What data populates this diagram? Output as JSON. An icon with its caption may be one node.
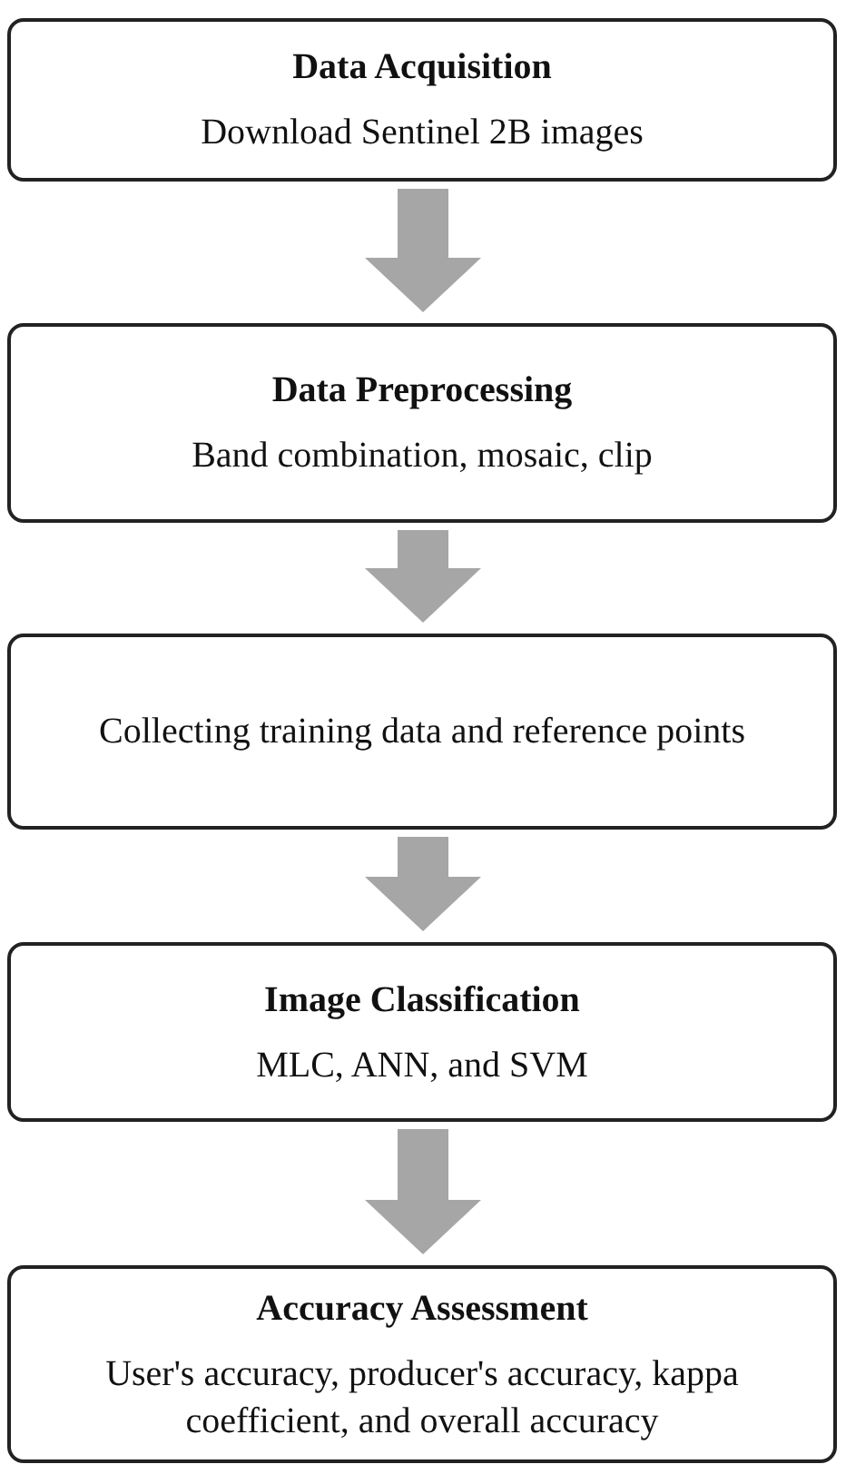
{
  "diagram": {
    "nodes": [
      {
        "text": [
          "Data Acquisition",
          "Download Sentinel 2B images"
        ]
      },
      {
        "text": [
          "Data Preprocessing",
          "Band combination, mosaic, clip"
        ]
      },
      {
        "text": [
          "Collecting training data and reference points"
        ]
      },
      {
        "text": [
          "Image Classification",
          "MLC, ANN, and SVM"
        ]
      },
      {
        "text": [
          "Accuracy Assessment",
          "User's accuracy, producer's accuracy, kappa coefficient, and overall accuracy"
        ]
      }
    ],
    "edges": [
      {
        "from": 0,
        "to": 1,
        "arrow": "to"
      },
      {
        "from": 1,
        "to": 2,
        "arrow": "to"
      },
      {
        "from": 2,
        "to": 3,
        "arrow": "to"
      },
      {
        "from": 3,
        "to": 4,
        "arrow": "to"
      }
    ]
  }
}
